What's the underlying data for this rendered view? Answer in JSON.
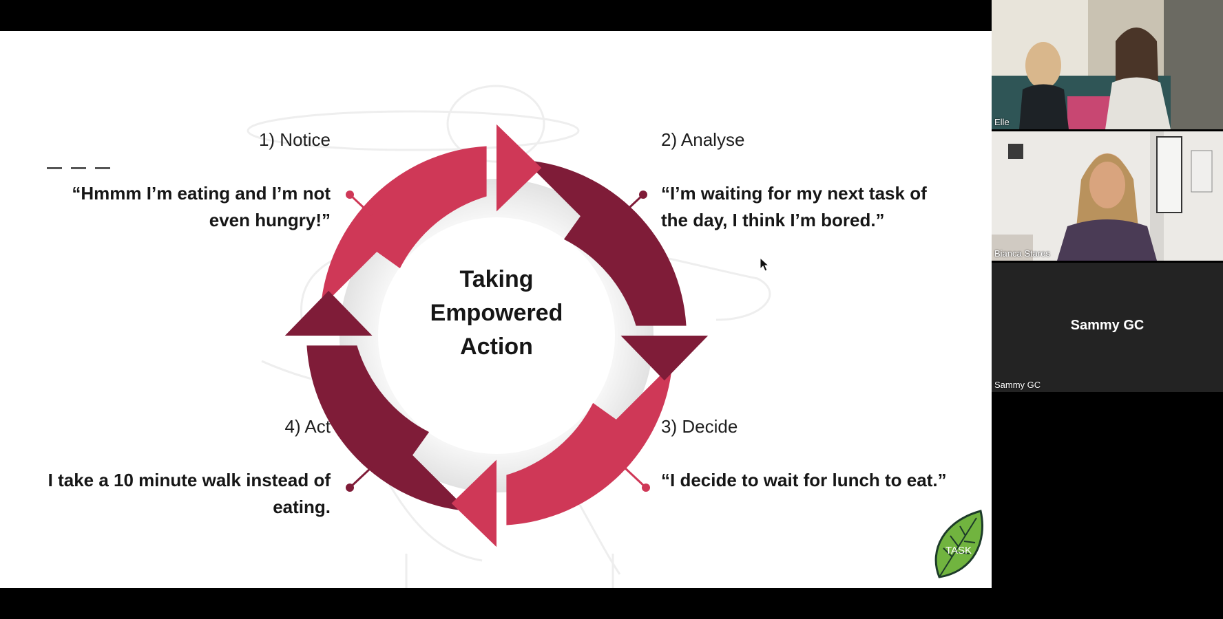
{
  "slide": {
    "center_title_lines": [
      "Taking",
      "Empowered",
      "Action"
    ],
    "steps": [
      {
        "label": "1) Notice",
        "quote_lines": [
          "“Hmmm I’m eating and I’m not",
          "even hungry!”"
        ]
      },
      {
        "label": "2) Analyse",
        "quote_lines": [
          "“I’m waiting for my next task of",
          "the day, I think I’m bored.”"
        ]
      },
      {
        "label": "3) Decide",
        "quote_lines": [
          "“I decide to wait for lunch to eat.”"
        ]
      },
      {
        "label": "4) Act",
        "quote_lines": [
          "I take a 10 minute walk instead of",
          "eating."
        ]
      }
    ],
    "logo_text": "TASK",
    "colors": {
      "light_arrow": "#cf3857",
      "dark_arrow": "#7f1c38",
      "inner_ring": "#e6e6e6",
      "logo_green": "#71b43f"
    }
  },
  "participants": [
    {
      "name": "Elle",
      "has_video": true
    },
    {
      "name": "Bianca Stares",
      "has_video": true
    },
    {
      "name": "Sammy GC",
      "has_video": false,
      "display_name": "Sammy GC"
    }
  ]
}
